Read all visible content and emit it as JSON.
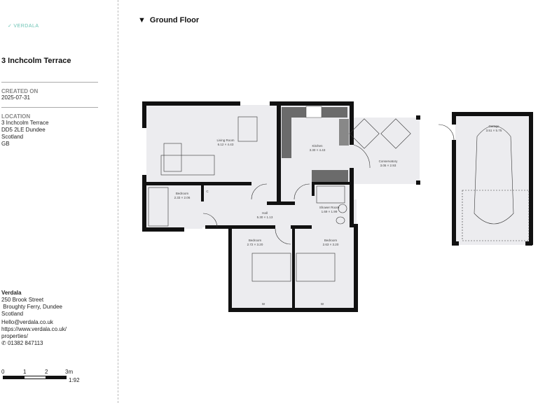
{
  "brand": {
    "logo_text": "VERDALA",
    "logo_color": "#6cc3b4"
  },
  "property": {
    "title": "3 Inchcolm Terrace",
    "created_label": "CREATED ON",
    "created_value": "2025-07-31",
    "location_label": "LOCATION",
    "location_lines": [
      "3 Inchcolm Terrace",
      "DD5 2LE Dundee",
      "Scotland",
      "GB"
    ]
  },
  "agent": {
    "name": "Verdala",
    "address_lines": [
      "250 Brook Street",
      " Broughty Ferry, Dundee",
      "Scotland"
    ],
    "email": "Hello@verdala.co.uk",
    "url_lines": [
      "https://www.verdala.co.uk/",
      "properties/"
    ],
    "phone": "01382 847113",
    "phone_icon": "phone-icon"
  },
  "scale_bar": {
    "ticks": [
      "0",
      "1",
      "2",
      "3m"
    ],
    "ratio": "1:92"
  },
  "floor": {
    "toggle_icon": "triangle-down-icon",
    "name": "Ground Floor",
    "rooms": [
      {
        "name": "Living Room",
        "dims": "6.12 × 4.43"
      },
      {
        "name": "Kitchen",
        "dims": "3.30 × 4.43"
      },
      {
        "name": "Conservatory",
        "dims": "3.05 × 2.93"
      },
      {
        "name": "Garage",
        "dims": "3.51 × 5.75"
      },
      {
        "name": "Bedroom",
        "dims": "2.33 × 2.06"
      },
      {
        "name": "C",
        "dims": ""
      },
      {
        "name": "Hall",
        "dims": "5.30 × 1.13"
      },
      {
        "name": "Shower Room",
        "dims": "1.69 × 1.99"
      },
      {
        "name": "Bedroom",
        "dims": "2.72 × 3.20"
      },
      {
        "name": "Bedroom",
        "dims": "2.63 × 3.20"
      },
      {
        "name": "W",
        "dims": ""
      },
      {
        "name": "W",
        "dims": ""
      }
    ]
  },
  "colors": {
    "wall": "#111111",
    "floor": "#ececef",
    "counter": "#6b6b6b"
  }
}
